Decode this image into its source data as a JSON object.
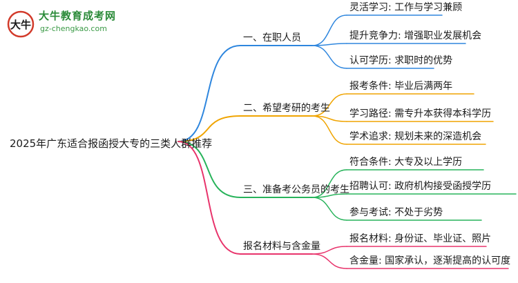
{
  "watermark": {
    "title": "大牛教育成考网",
    "url": "gz-chengkao.com",
    "logo_text": "大牛"
  },
  "root": {
    "label": "2025年广东适合报函授大专的三类人群推荐"
  },
  "branches": [
    {
      "label": "一、在职人员",
      "color": "#2e86de",
      "leaves": [
        "灵活学习: 工作与学习兼顾",
        "提升竞争力: 增强职业发展机会",
        "认可学历: 求职时的优势"
      ]
    },
    {
      "label": "二、希望考研的考生",
      "color": "#f0a400",
      "leaves": [
        "报考条件: 毕业后满两年",
        "学习路径: 需专升本获得本科学历",
        "学术追求: 规划未来的深造机会"
      ]
    },
    {
      "label": "三、准备考公务员的考生",
      "color": "#27b35a",
      "leaves": [
        "符合条件: 大专及以上学历",
        "招聘认可: 政府机构接受函授学历",
        "参与考试: 不处于劣势"
      ]
    },
    {
      "label": "报名材料与含金量",
      "color": "#e8336b",
      "leaves": [
        "报名材料: 身份证、毕业证、照片",
        "含金量: 国家承认，逐渐提高的认可度"
      ]
    }
  ]
}
